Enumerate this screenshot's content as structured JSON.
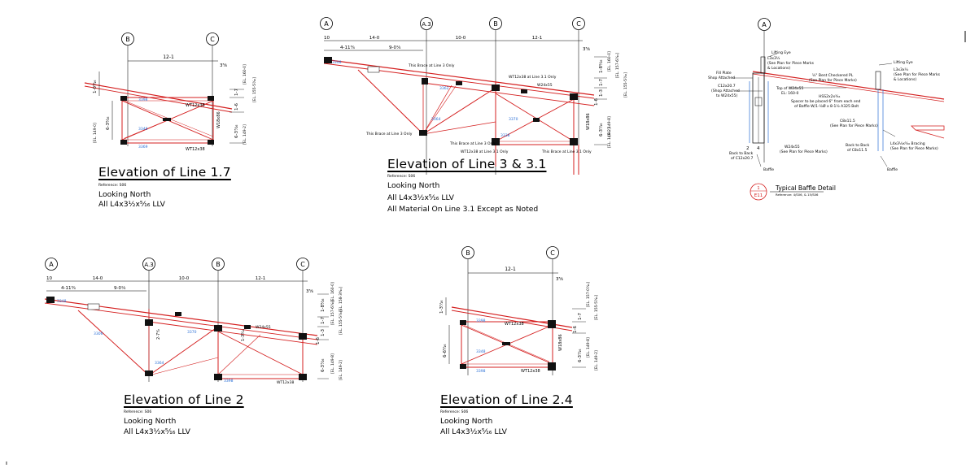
{
  "elevations": {
    "e17": {
      "title": "Elevation of Line 1.7",
      "reference": "Reference: S06",
      "notes": [
        "Looking North",
        "All L4x3½x⁵⁄₁₆ LLV"
      ],
      "grids": [
        "B",
        "C"
      ],
      "dims": [
        "12-1",
        "3⁵⁄₈",
        "1-0³⁄₁₆",
        "6-3⁹⁄₁₆",
        "1-6",
        "1-7",
        "6-3⁷⁄₁₆"
      ],
      "labels": [
        "WT12x38",
        "WT12x38",
        "W18x86",
        "[EL. 160-0]",
        "[EL. 155-5⁷⁄₁₆]",
        "[EL. 149-2]",
        "[EL. 149-0]"
      ]
    },
    "e3": {
      "title": "Elevation of Line 3 & 3.1",
      "reference": "Reference: S06",
      "notes": [
        "Looking North",
        "All L4x3½x⁵⁄₁₆ LLV",
        "All Material On Line 3.1 Except as Noted"
      ],
      "grids": [
        "A",
        "A.3",
        "B",
        "C"
      ],
      "dims": [
        "10",
        "14-0",
        "10-0",
        "12-1",
        "4-11³⁄₄",
        "9-0¹⁄₄",
        "3⁵⁄₈",
        "1-8⁹⁄₁₆",
        "1-7",
        "1-3",
        "1-6",
        "6-3⁷⁄₁₆"
      ],
      "labels": [
        "This Brace at Line 3 Only",
        "WT12x38 at Line 3.1 Only",
        "W24x55",
        "This Brace at Line 3 Only",
        "This Brace at Line 3 Only",
        "WT12x38 at Line 3.1 Only",
        "This Brace at Line 3.1 Only",
        "W18x86",
        "[EL. 160-0]",
        "[EL. 157-6⁷⁄₁₆]",
        "[EL. 155-5⁷⁄₁₆]",
        "[EL. 149-8]",
        "[EL. 149-2]"
      ]
    },
    "e2": {
      "title": "Elevation of Line 2",
      "reference": "Reference: S06",
      "notes": [
        "Looking North",
        "All L4x3½x⁵⁄₁₆ LLV"
      ],
      "grids": [
        "A",
        "A.3",
        "B",
        "C"
      ],
      "dims": [
        "10",
        "14-0",
        "10-0",
        "12-1",
        "4-11³⁄₄",
        "9-0¹⁄₄",
        "3⁵⁄₈",
        "1-8⁹⁄₁₆",
        "1-7",
        "1-3",
        "1-6",
        "6-3⁷⁄₁₆",
        "1-3⁹⁄₁₆",
        "2-7¹⁄₂"
      ],
      "labels": [
        "W24x55",
        "WT12x38",
        "[EL. 160-0]",
        "[EL. 158-3⁹⁄₁₆]",
        "[EL. 157-6⁷⁄₁₆]",
        "[EL. 155-5⁷⁄₁₆]",
        "[EL. 149-8]",
        "[EL. 149-2]"
      ]
    },
    "e24": {
      "title": "Elevation of Line 2.4",
      "reference": "Reference: S06",
      "notes": [
        "Looking North",
        "All L4x3½x⁵⁄₁₆ LLV"
      ],
      "grids": [
        "B",
        "C"
      ],
      "dims": [
        "12-1",
        "3⁵⁄₈",
        "1-3⁷⁄₁₆",
        "6-6⁹⁄₁₆",
        "1-7",
        "1-6",
        "6-3⁷⁄₁₆"
      ],
      "labels": [
        "WT12x38",
        "WT12x38",
        "W18x86",
        "[EL. 157-0⁷⁄₁₆]",
        "[EL. 155-5⁷⁄₁₆]",
        "[EL. 149-8]",
        "[EL. 149-2]"
      ]
    }
  },
  "baffle": {
    "title": "Typical Baffle Detail",
    "reference": "Reference: 4/S06, & 15/S06",
    "marker_top": "1",
    "marker_bottom": "E11",
    "grid": "A",
    "labels": [
      "Lifting Eye",
      "L3x3¹⁄₄",
      "(See Plan for Piece Marks",
      "& Locations)",
      "Fill Plate",
      "Shop Attached",
      "C12x20.7",
      "(Shop Attached",
      "to W24x55)",
      "Top of W24x55",
      "EL: 160-0",
      "¹⁄₄\" Bent Checkered PL",
      "(See Plan for Piece Marks)",
      "HSS2x2x³⁄₁₆",
      "Spacer to be placed 6\" from each end",
      "of Baffle W/1-¹⁄₂Ø x 8-1¹⁄₂ A325 Bolt",
      "C8x11.5",
      "(See Plan for Piece Marks)",
      "W24x55",
      "(See Plan for Piece Marks)",
      "Back to Back",
      "of C12x20.7",
      "Back to Back",
      "of C8x11.5",
      "Baffle",
      "Baffle",
      "Lifting Eye",
      "L3x3x¹⁄₄",
      "(See Plan for Piece Marks",
      "& Locations)",
      "L4x3¹⁄₂x⁵⁄₁₆ Bracing",
      "(See Plan for Piece Marks)",
      "2",
      "4"
    ]
  },
  "colors": {
    "steel": "#d41f1f",
    "mark": "#2a6fd6",
    "line": "#000000",
    "grid": "#222222"
  }
}
